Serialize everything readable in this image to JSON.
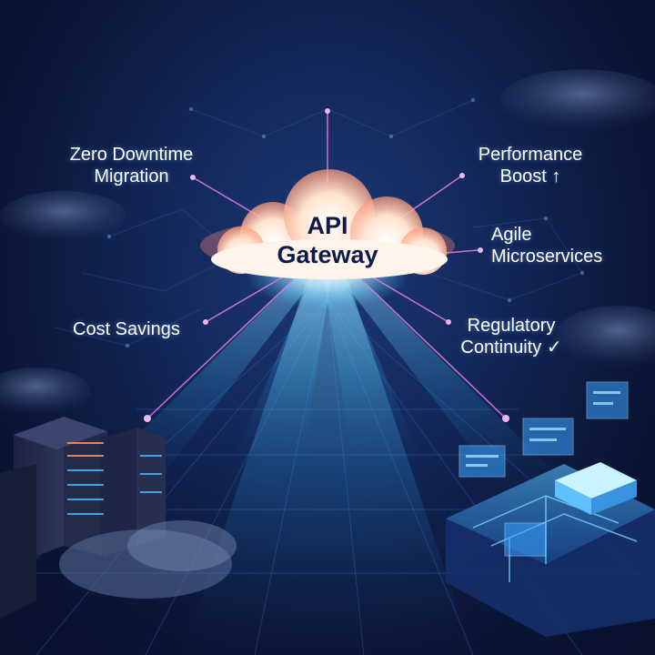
{
  "center": {
    "line1": "API",
    "line2": "Gateway"
  },
  "benefits": [
    {
      "id": "zero-downtime-migration",
      "line1": "Zero Downtime",
      "line2": "Migration"
    },
    {
      "id": "performance-boost",
      "line1": "Performance",
      "line2": "Boost ↑"
    },
    {
      "id": "agile-microservices",
      "line1": "Agile",
      "line2": "Microservices"
    },
    {
      "id": "cost-savings",
      "line1": "Cost Savings",
      "line2": ""
    },
    {
      "id": "regulatory-continuity",
      "line1": "Regulatory",
      "line2": "Continuity ✓"
    }
  ],
  "colors": {
    "background": "#0b1638",
    "connector": "#e07be0",
    "beam": "#39c8ff",
    "cloud_glow": "#ffb38a",
    "circuit": "#4fb4ff"
  }
}
